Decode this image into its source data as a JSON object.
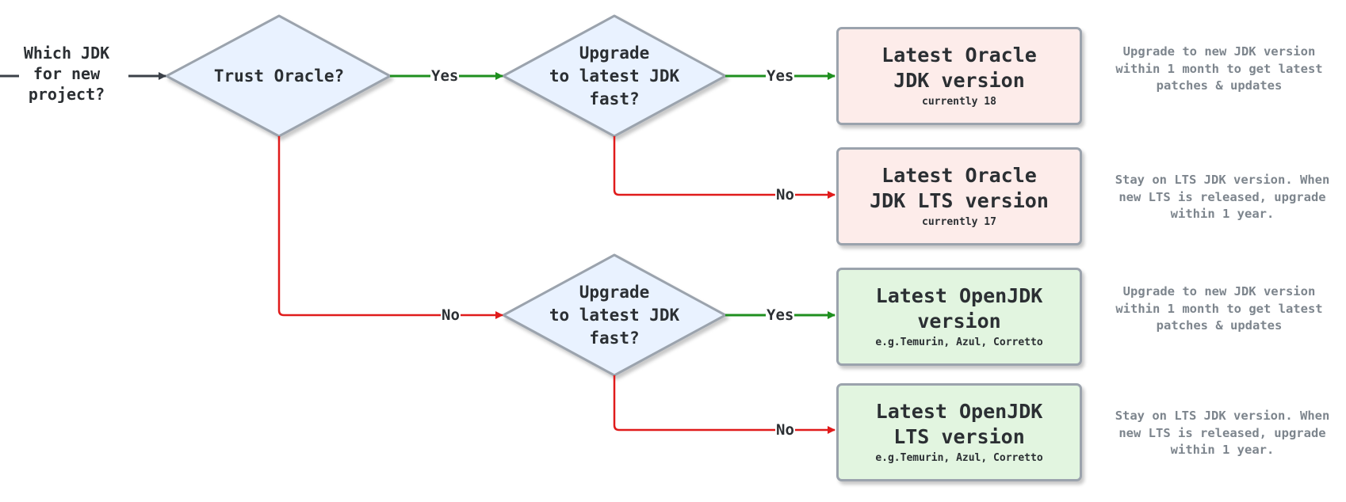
{
  "start": {
    "label": "Which JDK\nfor new\nproject?"
  },
  "decisions": {
    "trust_oracle": "Trust Oracle?",
    "upgrade_fast_oracle": "Upgrade\nto latest JDK\nfast?",
    "upgrade_fast_openjdk": "Upgrade\nto latest JDK\nfast?"
  },
  "outcomes": [
    {
      "title": "Latest Oracle\nJDK version",
      "sub": "currently 18",
      "note": "Upgrade to new JDK version within 1 month to get latest patches & updates"
    },
    {
      "title": "Latest Oracle\nJDK LTS version",
      "sub": "currently 17",
      "note": "Stay on LTS JDK version. When new LTS is released, upgrade within 1 year."
    },
    {
      "title": "Latest OpenJDK\nversion",
      "sub": "e.g.Temurin, Azul, Corretto",
      "note": "Upgrade to new JDK version within 1 month to get latest patches & updates"
    },
    {
      "title": "Latest OpenJDK\nLTS version",
      "sub": "e.g.Temurin, Azul, Corretto",
      "note": "Stay on LTS JDK version. When new LTS is released, upgrade within 1 year."
    }
  ],
  "edge_labels": {
    "trust_yes": "Yes",
    "trust_no": "No",
    "oracle_fast_yes": "Yes",
    "oracle_fast_no": "No",
    "openjdk_fast_yes": "Yes",
    "openjdk_fast_no": "No"
  },
  "colors": {
    "yes_edge": "#1f8f1f",
    "no_edge": "#e01b1b",
    "start_edge": "#3b4048",
    "decision_fill": "#e9f2ff",
    "decision_stroke": "#9ba3ad",
    "oracle_fill": "#fdecea",
    "openjdk_fill": "#e2f5e0",
    "note_text": "#7d858d"
  }
}
